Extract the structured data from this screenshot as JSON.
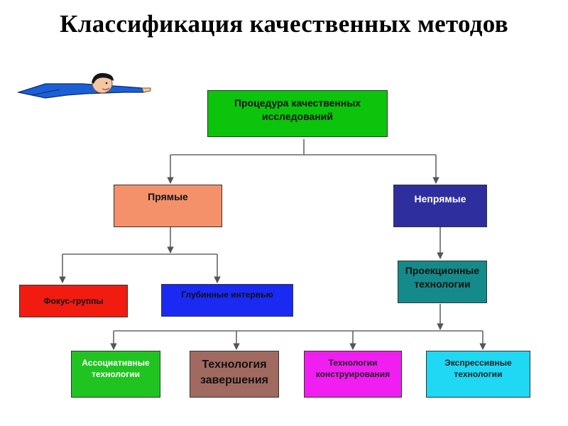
{
  "title": "Классификация качественных методов",
  "nodes": {
    "root": {
      "text": "Процедура качественных исследований",
      "color": "#0bc40b"
    },
    "direct": {
      "text": "Прямые",
      "color": "#f4906a"
    },
    "indirect": {
      "text": "Непрямые",
      "color": "#2e2e9e"
    },
    "focus": {
      "text": "Фокус-группы",
      "color": "#f21b10"
    },
    "depth": {
      "text": "Глубинные интервью",
      "color": "#1a2af2"
    },
    "projective": {
      "text": "Проекционные технологии",
      "color": "#158a8a"
    },
    "associative": {
      "text": "Ассоциативные технологии",
      "color": "#20c420"
    },
    "completion": {
      "text": "Технология завершения",
      "color": "#a06a60"
    },
    "construction": {
      "text": "Технологии конструирования",
      "color": "#f01ef0"
    },
    "expressive": {
      "text": "Экспрессивные технологии",
      "color": "#1ed8f4"
    }
  },
  "illustration": "man-pointing-icon"
}
